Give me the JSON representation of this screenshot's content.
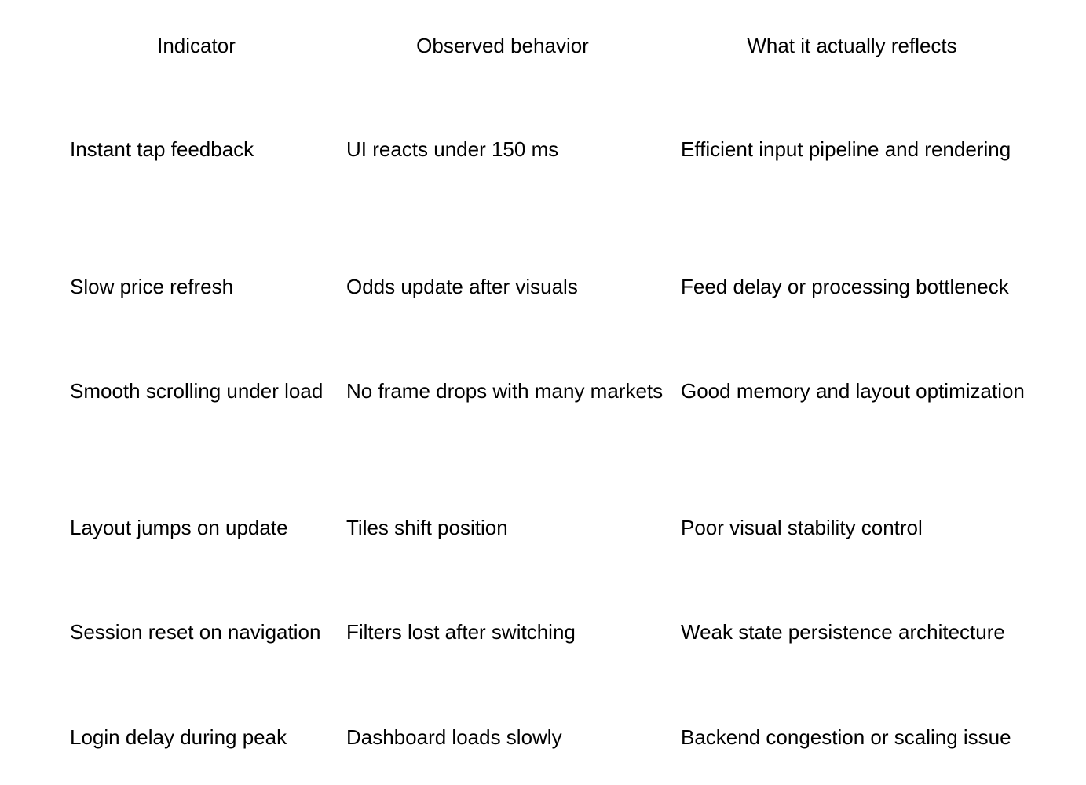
{
  "table": {
    "headers": [
      "Indicator",
      "Observed behavior",
      "What it actually reflects"
    ],
    "rows": [
      [
        "Instant tap feedback",
        "UI reacts under 150 ms",
        "Efficient input pipeline and rendering"
      ],
      [
        "Slow price refresh",
        "Odds update after visuals",
        "Feed delay or processing bottleneck"
      ],
      [
        "Smooth scrolling under load",
        "No frame drops with many markets",
        "Good memory and layout optimization"
      ],
      [
        "Layout jumps on update",
        "Tiles shift position",
        "Poor visual stability control"
      ],
      [
        "Session reset on navigation",
        "Filters lost after switching",
        "Weak state persistence architecture"
      ],
      [
        "Login delay during peak",
        "Dashboard loads slowly",
        "Backend congestion or scaling issue"
      ]
    ]
  }
}
